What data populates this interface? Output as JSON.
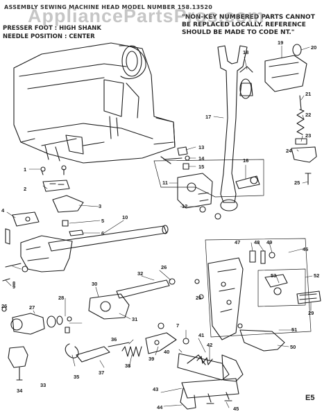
{
  "header": {
    "model_line": "ASSEMBLY  SEWING  MACHINE  HEAD  MODEL  NUMBER  158.13520",
    "note_lines": [
      "\"NON-KEY NUMBERED PARTS CANNOT",
      "BE REPLACED LOCALLY.  REFERENCE",
      "SHOULD BE MADE TO CODE NT.\""
    ],
    "presser_foot": "PRESSER FOOT : HIGH SHANK",
    "needle_position": "NEEDLE POSITION : CENTER"
  },
  "watermark": "AppliancePartsPros.com",
  "page_code": "E5",
  "callouts": [
    "1",
    "2",
    "3",
    "4",
    "5",
    "6",
    "7",
    "8",
    "9",
    "10",
    "11",
    "12",
    "13",
    "14",
    "15",
    "16",
    "17",
    "18",
    "19",
    "20",
    "21",
    "22",
    "23",
    "24",
    "25",
    "26",
    "26",
    "26",
    "27",
    "28",
    "29",
    "30",
    "31",
    "32",
    "33",
    "34",
    "35",
    "36",
    "37",
    "38",
    "39",
    "40",
    "41",
    "42",
    "43",
    "44",
    "45",
    "46",
    "47",
    "48",
    "49",
    "50",
    "51",
    "52",
    "53"
  ],
  "colors": {
    "ink": "#1a1a1a",
    "paper": "#ffffff",
    "watermark": "#8a8a8a"
  }
}
